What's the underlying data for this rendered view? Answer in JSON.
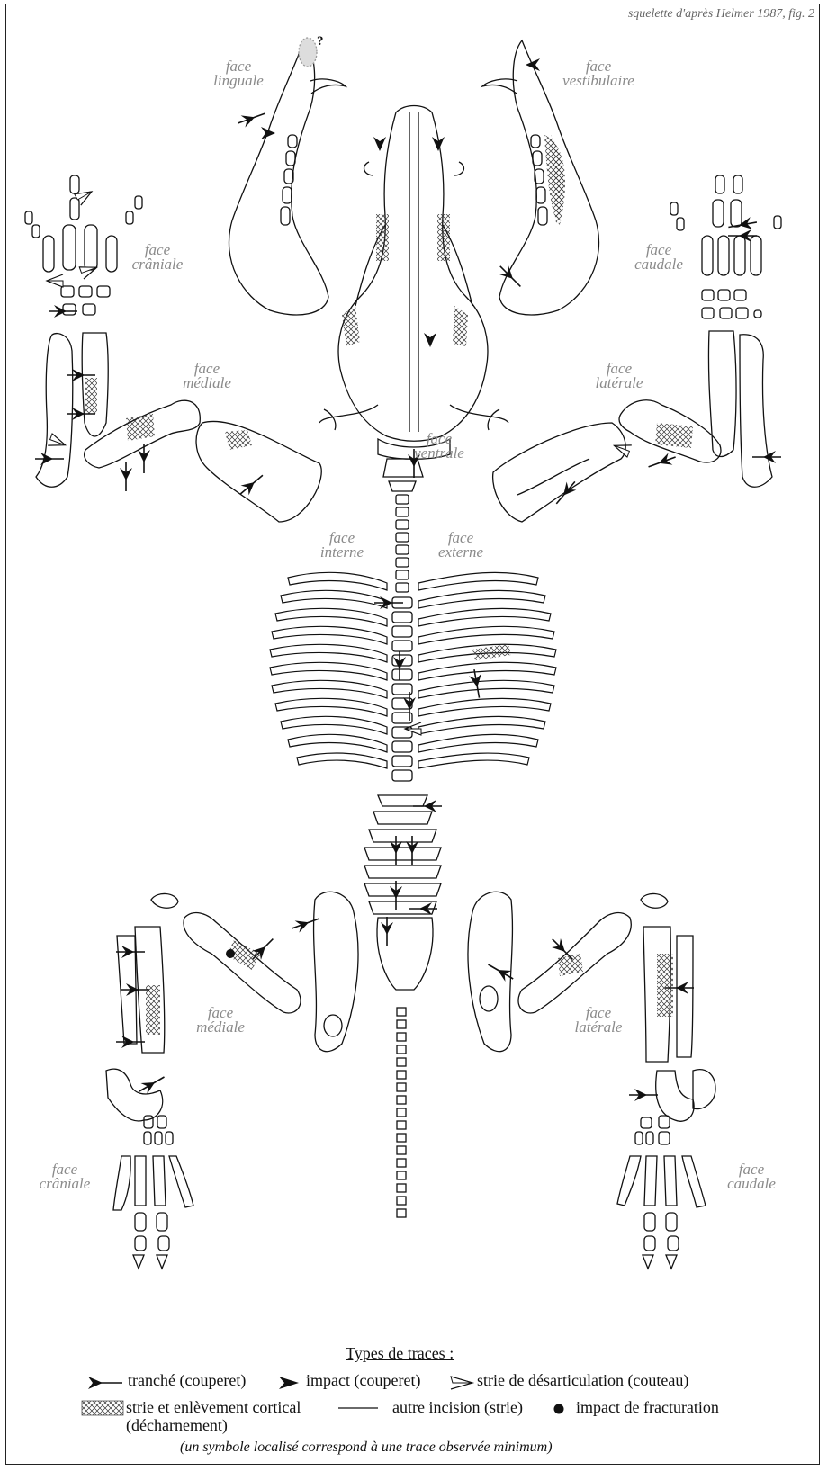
{
  "credit": "squelette d'après Helmer 1987, fig. 2",
  "question_mark": "?",
  "faces": {
    "linguale": [
      "face",
      "linguale"
    ],
    "vestibulaire": [
      "face",
      "vestibulaire"
    ],
    "craniale_fore": [
      "face",
      "crâniale"
    ],
    "caudale_fore": [
      "face",
      "caudale"
    ],
    "mediale_fore": [
      "face",
      "médiale"
    ],
    "laterale_fore": [
      "face",
      "latérale"
    ],
    "ventrale": [
      "face",
      "ventrale"
    ],
    "interne": [
      "face",
      "interne"
    ],
    "externe": [
      "face",
      "externe"
    ],
    "mediale_hind": [
      "face",
      "médiale"
    ],
    "laterale_hind": [
      "face",
      "latérale"
    ],
    "craniale_hind": [
      "face",
      "crâniale"
    ],
    "caudale_hind": [
      "face",
      "caudale"
    ]
  },
  "legend": {
    "title": "Types de traces :",
    "tranche": "tranché (couperet)",
    "impact": "impact (couperet)",
    "strie_desart": "strie de désarticulation (couteau)",
    "strie_cortical_1": "strie et enlèvement cortical",
    "strie_cortical_2": "(décharnement)",
    "autre_incision": "autre incision (strie)",
    "impact_fract": "impact de fracturation",
    "note": "(un symbole localisé correspond à une trace observée minimum)"
  },
  "icons": [
    "cleaver-cut-icon",
    "cleaver-impact-icon",
    "knife-disarticulation-icon",
    "crosshatch-defleshing-icon",
    "incision-line-icon",
    "fracture-impact-dot-icon"
  ]
}
